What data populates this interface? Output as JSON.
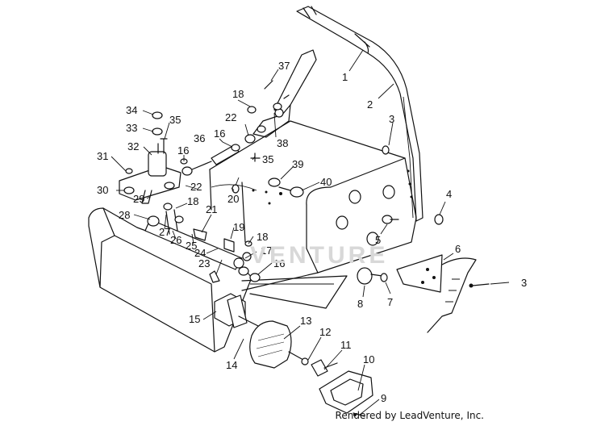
{
  "diagram": {
    "callouts": [
      {
        "id": "c1",
        "label": "1"
      },
      {
        "id": "c2",
        "label": "2"
      },
      {
        "id": "c3a",
        "label": "3"
      },
      {
        "id": "c3b",
        "label": "3"
      },
      {
        "id": "c4",
        "label": "4"
      },
      {
        "id": "c5",
        "label": "5"
      },
      {
        "id": "c6",
        "label": "6"
      },
      {
        "id": "c7",
        "label": "7"
      },
      {
        "id": "c8",
        "label": "8"
      },
      {
        "id": "c9",
        "label": "9"
      },
      {
        "id": "c10",
        "label": "10"
      },
      {
        "id": "c11",
        "label": "11"
      },
      {
        "id": "c12",
        "label": "12"
      },
      {
        "id": "c13",
        "label": "13"
      },
      {
        "id": "c14",
        "label": "14"
      },
      {
        "id": "c15",
        "label": "15"
      },
      {
        "id": "c16a",
        "label": "16"
      },
      {
        "id": "c16b",
        "label": "16"
      },
      {
        "id": "c16c",
        "label": "16"
      },
      {
        "id": "c17",
        "label": "17"
      },
      {
        "id": "c18a",
        "label": "18"
      },
      {
        "id": "c18b",
        "label": "18"
      },
      {
        "id": "c18c",
        "label": "18"
      },
      {
        "id": "c19",
        "label": "19"
      },
      {
        "id": "c20",
        "label": "20"
      },
      {
        "id": "c21",
        "label": "21"
      },
      {
        "id": "c22a",
        "label": "22"
      },
      {
        "id": "c22b",
        "label": "22"
      },
      {
        "id": "c23",
        "label": "23"
      },
      {
        "id": "c24",
        "label": "24"
      },
      {
        "id": "c25",
        "label": "25"
      },
      {
        "id": "c26",
        "label": "26"
      },
      {
        "id": "c27",
        "label": "27"
      },
      {
        "id": "c28",
        "label": "28"
      },
      {
        "id": "c29",
        "label": "29"
      },
      {
        "id": "c30",
        "label": "30"
      },
      {
        "id": "c31",
        "label": "31"
      },
      {
        "id": "c32",
        "label": "32"
      },
      {
        "id": "c33",
        "label": "33"
      },
      {
        "id": "c34",
        "label": "34"
      },
      {
        "id": "c35a",
        "label": "35"
      },
      {
        "id": "c35b",
        "label": "35"
      },
      {
        "id": "c36",
        "label": "36"
      },
      {
        "id": "c37",
        "label": "37"
      },
      {
        "id": "c38",
        "label": "38"
      },
      {
        "id": "c39",
        "label": "39"
      },
      {
        "id": "c40",
        "label": "40"
      }
    ]
  },
  "watermark_text": "VENTURE",
  "credit_text": "Rendered by LeadVenture, Inc."
}
